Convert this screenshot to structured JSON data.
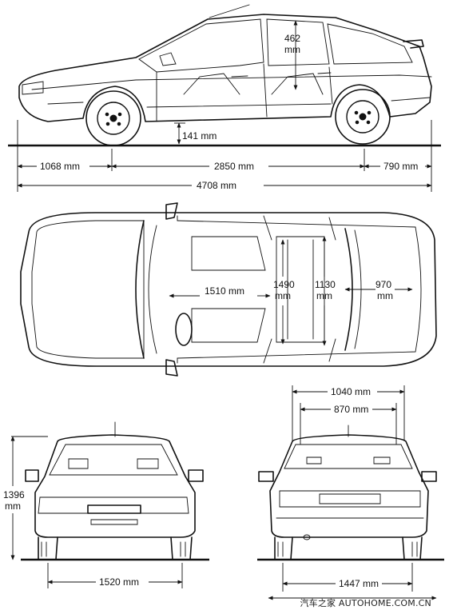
{
  "side_view": {
    "overhang_front": "1068 mm",
    "wheelbase": "2850 mm",
    "overhang_rear": "790 mm",
    "overall_length": "4708 mm",
    "ground_clearance": "141 mm",
    "headroom_value": "462",
    "headroom_unit": "mm"
  },
  "top_view": {
    "front_width": "1510 mm",
    "mid_value": "1490",
    "mid_unit": "mm",
    "rear_seat_value": "1130",
    "rear_seat_unit": "mm",
    "boot_value": "970",
    "boot_unit": "mm"
  },
  "front_view": {
    "height_value": "1396",
    "height_unit": "mm",
    "track_front": "1520 mm"
  },
  "rear_view": {
    "roof_width": "1040 mm",
    "rear_window_width": "870 mm",
    "track_rear": "1447 mm"
  },
  "watermark": "汽车之家 AUTOHOME.COM.CN"
}
